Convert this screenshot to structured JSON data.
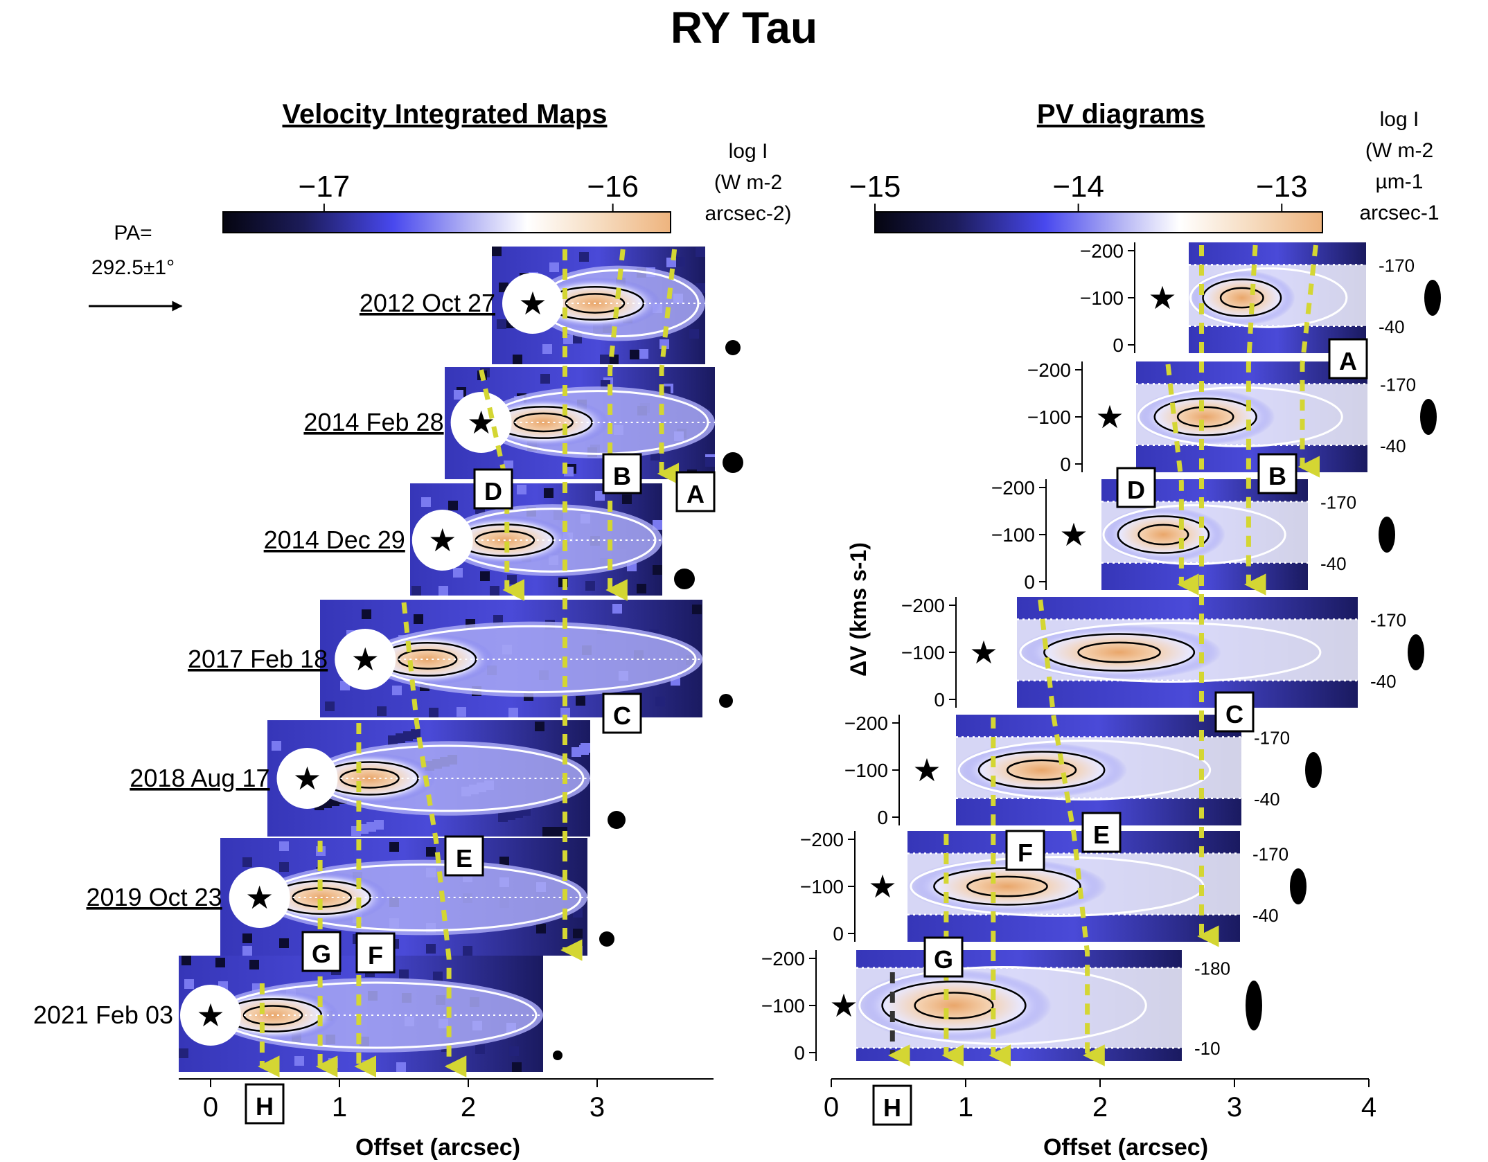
{
  "title": "RY Tau",
  "left_panel": {
    "title": "Velocity Integrated Maps",
    "colorbar": {
      "ticks": [
        "−17",
        "−16"
      ],
      "tick_values": [
        -17,
        -16
      ],
      "range": [
        -17.35,
        -15.8
      ],
      "label_lines": [
        "log I",
        "(W m-2",
        "arcsec-2)"
      ]
    },
    "pa_label_lines": [
      "PA=",
      "292.5±1°"
    ],
    "epochs": [
      "2012 Oct 27",
      "2014 Feb 28",
      "2014 Dec 29",
      "2017 Feb 18",
      "2018 Aug 17",
      "2019 Oct 23",
      "2021 Feb 03"
    ],
    "knots": [
      "A",
      "B",
      "C",
      "D",
      "E",
      "F",
      "G",
      "H"
    ],
    "xlabel": "Offset (arcsec)",
    "x_ticks": [
      "0",
      "1",
      "2",
      "3"
    ]
  },
  "right_panel": {
    "title": "PV diagrams",
    "colorbar": {
      "ticks": [
        "−15",
        "−14",
        "−13"
      ],
      "tick_values": [
        -15,
        -14,
        -13
      ],
      "range": [
        -15,
        -12.8
      ],
      "label_lines": [
        "log I",
        "(W m-2",
        "µm-1",
        "arcsec-1"
      ]
    },
    "ylabel": "ΔV (kms s-1)",
    "y_ticks": [
      "−200",
      "−100",
      "0"
    ],
    "knots": [
      "A",
      "B",
      "C",
      "D",
      "E",
      "F",
      "G",
      "H"
    ],
    "vel_limits": [
      [
        "-170",
        "-40"
      ],
      [
        "-170",
        "-40"
      ],
      [
        "-170",
        "-40"
      ],
      [
        "-170",
        "-40"
      ],
      [
        "-170",
        "-40"
      ],
      [
        "-170",
        "-40"
      ],
      [
        "-180",
        "-10"
      ]
    ],
    "xlabel": "Offset (arcsec)",
    "x_ticks": [
      "0",
      "1",
      "2",
      "3",
      "4"
    ]
  },
  "chart_data": {
    "type": "heatmap",
    "description_source": "Jet knot positions (arcsec offset from star) per epoch, read from the dashed tracking arrows",
    "epochs": [
      "2012 Oct 27",
      "2014 Feb 28",
      "2014 Dec 29",
      "2017 Feb 18",
      "2018 Aug 17",
      "2019 Oct 23",
      "2021 Feb 03"
    ],
    "knot_tracks": [
      {
        "knot": "A",
        "offsets": [
          3.6,
          3.5
        ]
      },
      {
        "knot": "B",
        "offsets": [
          3.2,
          3.1,
          3.1
        ]
      },
      {
        "knot": "C",
        "offsets": [
          2.75,
          2.75,
          2.75,
          2.75,
          2.75,
          2.75
        ]
      },
      {
        "knot": "D",
        "offsets": [
          2.1,
          2.3
        ]
      },
      {
        "knot": "E",
        "offsets": [
          1.5,
          1.6,
          1.75,
          1.85
        ]
      },
      {
        "knot": "F",
        "offsets": [
          1.15,
          1.15,
          1.15
        ]
      },
      {
        "knot": "G",
        "offsets": [
          0.85,
          0.85
        ]
      },
      {
        "knot": "H",
        "offsets": [
          0.4
        ]
      }
    ],
    "left_colorbar_range": [
      -17.35,
      -15.8
    ],
    "right_colorbar_range": [
      -15,
      -12.8
    ],
    "right_ylim": [
      0,
      -200
    ]
  }
}
